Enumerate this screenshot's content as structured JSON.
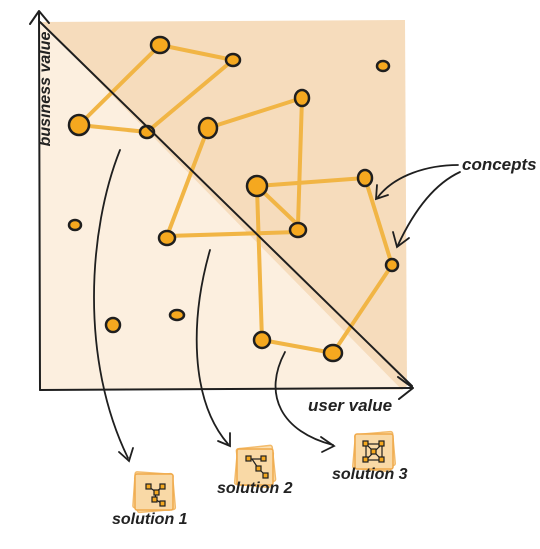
{
  "diagram": {
    "axes": {
      "y_label": "business value",
      "x_label": "user value"
    },
    "callout_label": "concepts",
    "solutions": [
      {
        "label": "solution 1",
        "icon": "tree-diagram-icon"
      },
      {
        "label": "solution 2",
        "icon": "branch-diagram-icon"
      },
      {
        "label": "solution 3",
        "icon": "network-diagram-icon"
      }
    ],
    "colors": {
      "upper_region": "#f6dcbc",
      "lower_region": "#fcefdf",
      "concept_fill": "#f5a81f",
      "link_stroke": "#f1b545",
      "ink": "#1f1f1f"
    }
  }
}
